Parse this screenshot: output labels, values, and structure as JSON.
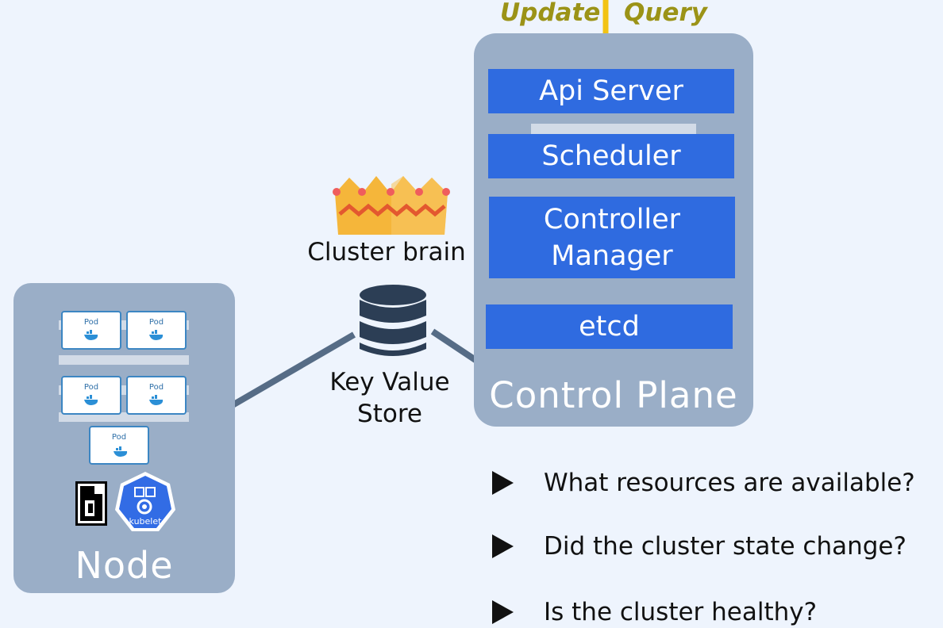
{
  "query_labels": {
    "update": "Update",
    "query": "Query"
  },
  "control_plane": {
    "title": "Control Plane",
    "components": {
      "api_server": "Api Server",
      "scheduler": "Scheduler",
      "controller_manager_line1": "Controller",
      "controller_manager_line2": "Manager",
      "etcd": "etcd"
    }
  },
  "key_value_store": {
    "caption": "Cluster brain",
    "label_line1": "Key Value",
    "label_line2": "Store",
    "icon": "database-icon"
  },
  "crown": {
    "icon": "crown-icon"
  },
  "node": {
    "title": "Node",
    "pod_label": "Pod",
    "pods": [
      "Pod",
      "Pod",
      "Pod",
      "Pod",
      "Pod"
    ],
    "kubelet_label": "kubelet",
    "runtime_icon": "container-runtime-icon"
  },
  "questions": [
    "What resources are available?",
    "Did the cluster state change?",
    "Is the cluster healthy?"
  ],
  "colors": {
    "background": "#eef4fd",
    "panel": "#9aaec7",
    "component_blue": "#2f6be0",
    "query_line": "#f2c314",
    "label_olive": "#9b9317",
    "connector": "#566c86"
  }
}
